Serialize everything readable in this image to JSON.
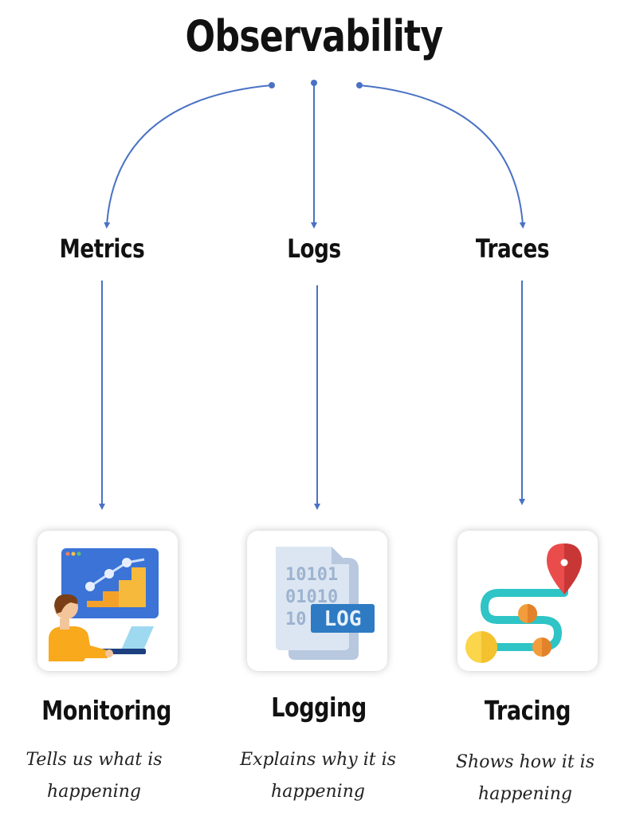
{
  "title": "Observability",
  "pillars": [
    {
      "label": "Metrics"
    },
    {
      "label": "Logs"
    },
    {
      "label": "Traces"
    }
  ],
  "practices": [
    {
      "label": "Monitoring",
      "desc_line1": "Tells us what is",
      "desc_line2": "happening",
      "icon": "monitoring-dashboard-icon"
    },
    {
      "label": "Logging",
      "desc_line1": "Explains why it is",
      "desc_line2": "happening",
      "icon": "log-file-icon",
      "icon_text": "LOG",
      "binary_rows": [
        "10101",
        "01010",
        "10"
      ]
    },
    {
      "label": "Tracing",
      "desc_line1": "Shows how it is",
      "desc_line2": "happening",
      "icon": "trace-route-icon"
    }
  ],
  "colors": {
    "connector": "#4a72c4",
    "text": "#111111"
  }
}
